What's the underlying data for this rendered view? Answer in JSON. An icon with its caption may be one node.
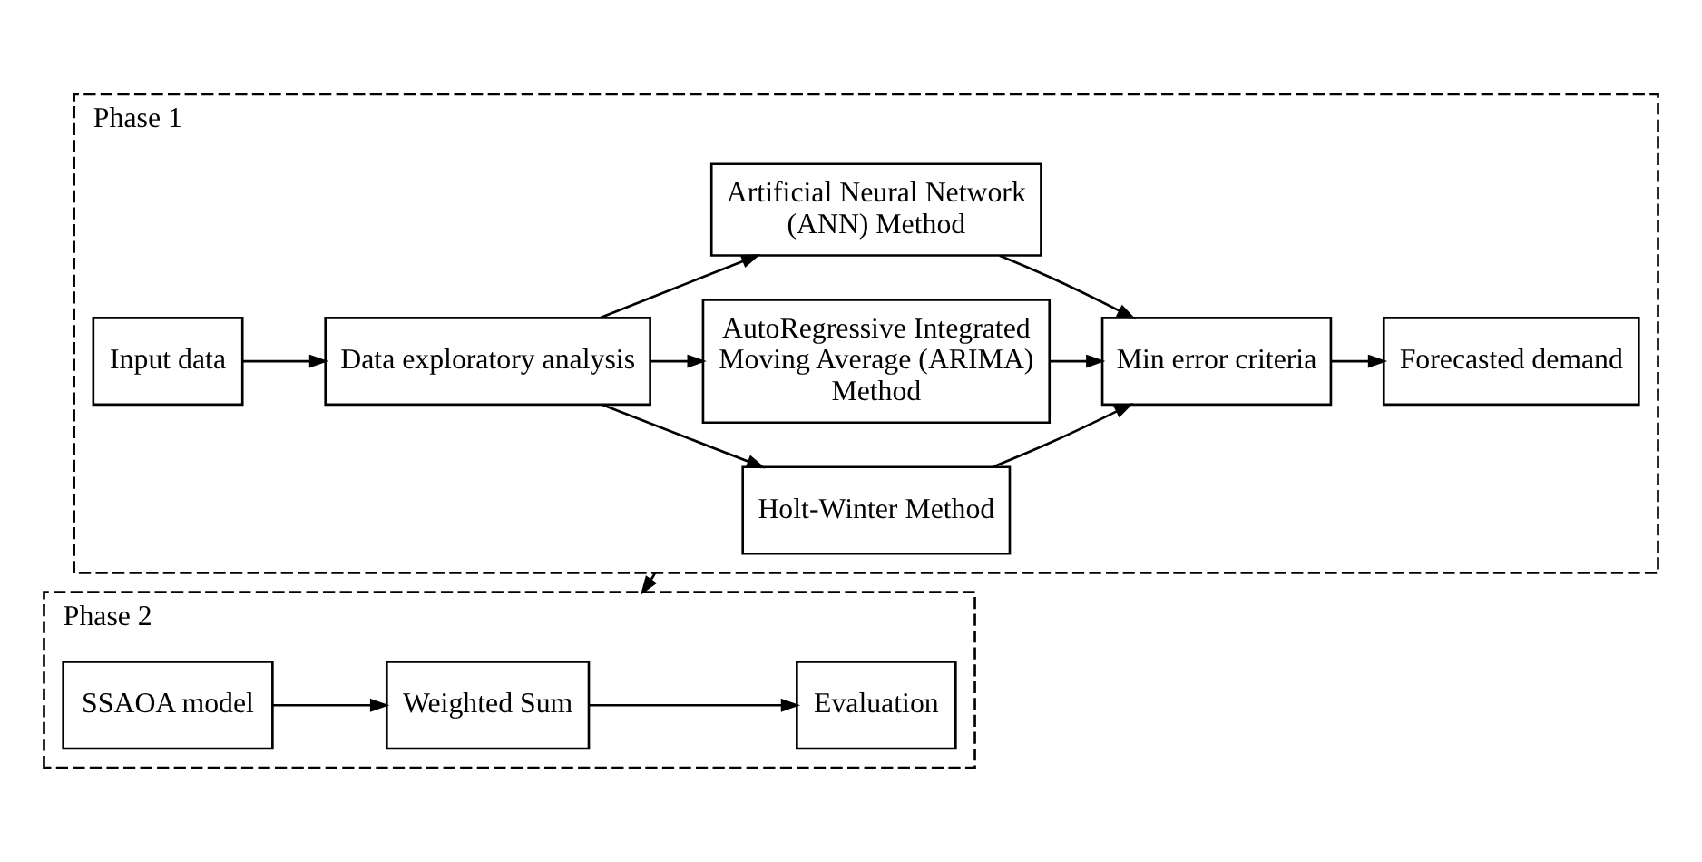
{
  "diagram": {
    "nodes": [
      {
        "text": [
          "Phase 1"
        ]
      },
      {
        "text": [
          "Input data"
        ],
        "in": 0
      },
      {
        "text": [
          "Data exploratory analysis"
        ],
        "in": 0
      },
      {
        "text": [
          "Holt-Winter Method"
        ],
        "in": 0
      },
      {
        "text": [
          "AutoRegressive Integrated Moving Average (ARIMA) Method"
        ],
        "in": 0
      },
      {
        "text": [
          "Artificial Neural Network (ANN) Method"
        ],
        "in": 0
      },
      {
        "text": [
          "Min error criteria"
        ],
        "in": 0
      },
      {
        "text": [
          "Forecasted demand"
        ],
        "in": 0
      },
      {
        "text": [
          "Phase 2"
        ]
      },
      {
        "text": [
          "SSAOA model"
        ],
        "in": 8
      },
      {
        "text": [
          "Weighted Sum"
        ],
        "in": 8
      },
      {
        "text": [
          "Evaluation"
        ],
        "in": 8
      }
    ],
    "edges": [
      {
        "from": 1,
        "to": 2,
        "arrow": "to"
      },
      {
        "from": 2,
        "to": 3,
        "arrow": "to"
      },
      {
        "from": 2,
        "to": 4,
        "arrow": "to"
      },
      {
        "from": 2,
        "to": 5,
        "arrow": "to"
      },
      {
        "from": 3,
        "to": 6,
        "arrow": "to"
      },
      {
        "from": 4,
        "to": 6,
        "arrow": "to"
      },
      {
        "from": 5,
        "to": 6,
        "arrow": "to"
      },
      {
        "from": 6,
        "to": 7,
        "arrow": "to"
      },
      {
        "from": 0,
        "to": 8,
        "arrow": "to"
      },
      {
        "from": 9,
        "to": 10,
        "arrow": "to"
      },
      {
        "from": 10,
        "to": 11,
        "arrow": "to"
      }
    ]
  }
}
